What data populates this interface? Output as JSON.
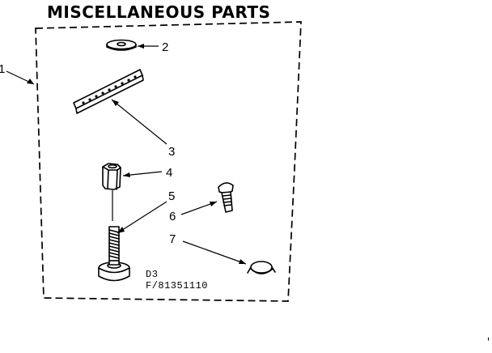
{
  "title": "MISCELLANEOUS PARTS",
  "callouts": [
    {
      "id": "1",
      "label": "1"
    },
    {
      "id": "2",
      "label": "2"
    },
    {
      "id": "3",
      "label": "3"
    },
    {
      "id": "4",
      "label": "4"
    },
    {
      "id": "5",
      "label": "5"
    },
    {
      "id": "6",
      "label": "6"
    },
    {
      "id": "7",
      "label": "7"
    }
  ],
  "diagram_codes": {
    "section": "D3",
    "part_number": "F/81351110"
  },
  "corner_mark": "'"
}
